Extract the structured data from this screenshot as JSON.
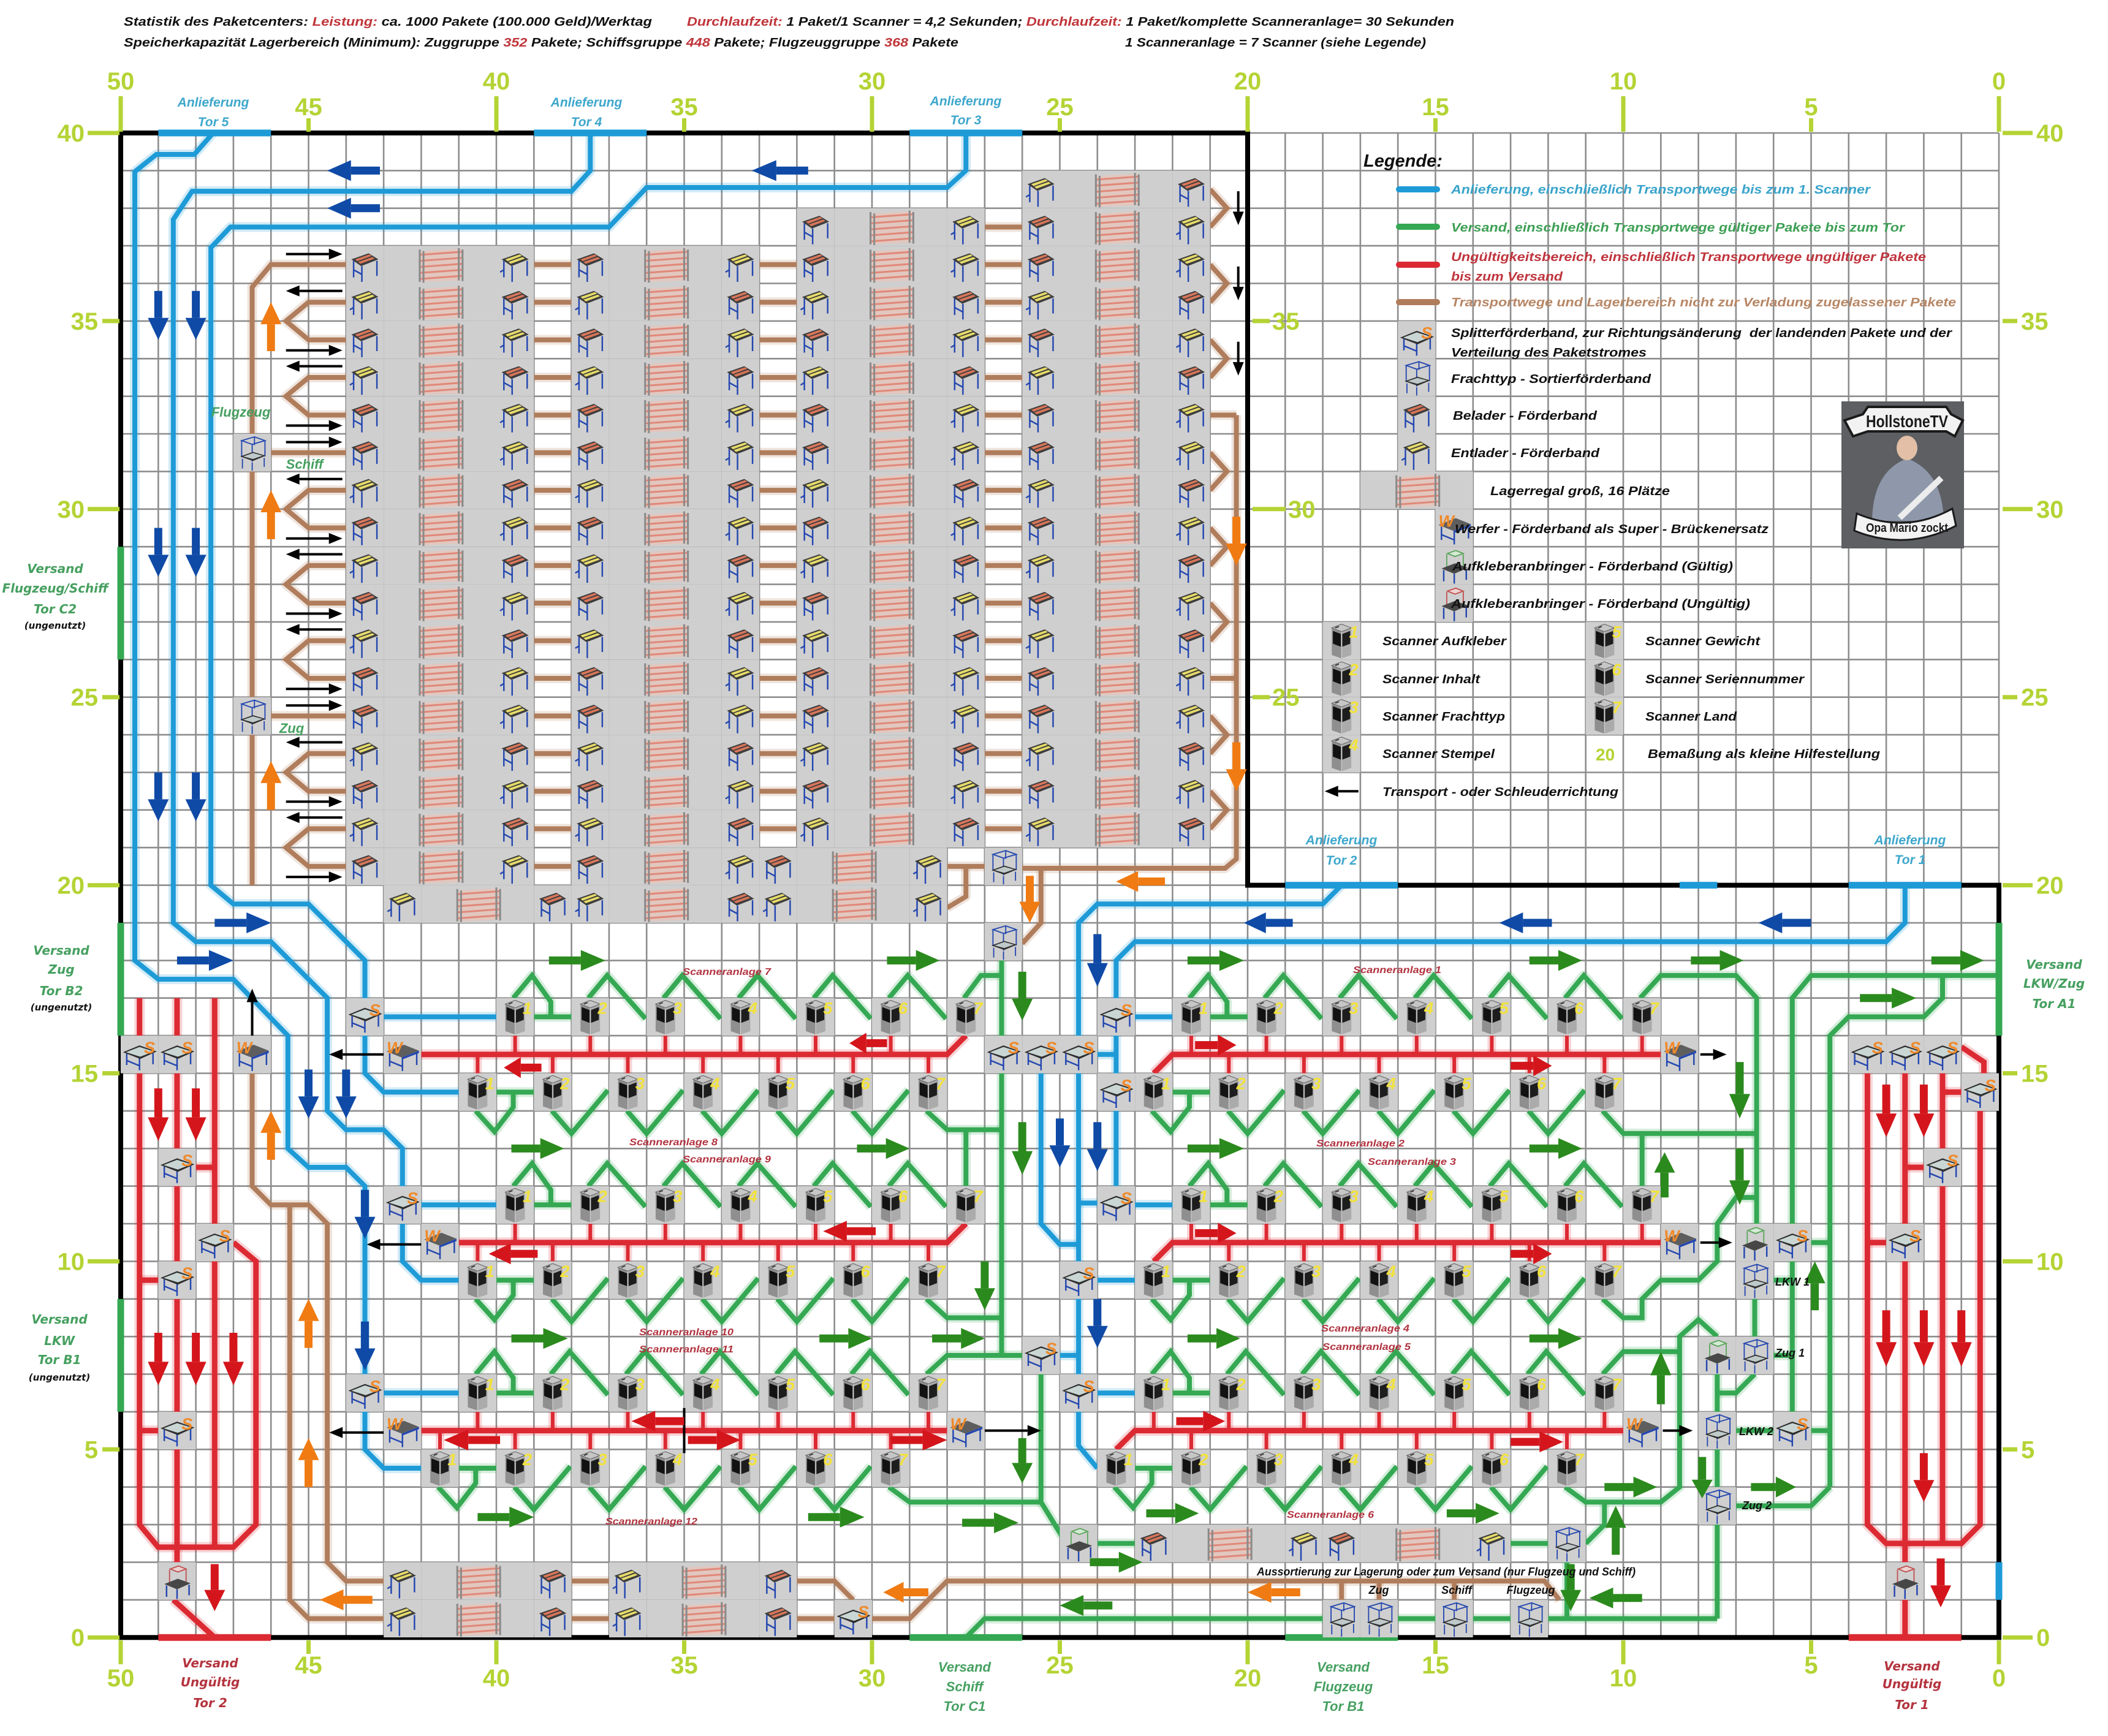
{
  "header": {
    "line1": {
      "intro": "Statistik des Paketcenters: ",
      "performance_label": "Leistung:",
      "performance_value": " ca. 1000 Pakete (100.000 Geld)/Werktag",
      "throughput_label_1": "Durchlaufzeit:",
      "throughput_value_1": " 1 Paket/1 Scanner = 4,2 Sekunden; ",
      "throughput_label_2": "Durchlaufzeit:",
      "throughput_value_2": " 1 Paket/komplette Scanneranlage= 30 Sekunden"
    },
    "line2": {
      "intro": "Speicherkapazität Lagerbereich (Minimum): Zuggruppe ",
      "train_capacity": "352",
      "ship_label": " Pakete; Schiffsgruppe ",
      "ship_capacity": "448",
      "plane_label": " Pakete; Flugzeuggruppe ",
      "plane_capacity": "368",
      "unit": " Pakete",
      "scanner_note": "1 Scanneranlage = 7 Scanner (siehe Legende)"
    }
  },
  "axes": {
    "x_labels": [
      "50",
      "45",
      "40",
      "35",
      "30",
      "25",
      "20",
      "15",
      "10",
      "5",
      "0"
    ],
    "y_labels": [
      "40",
      "35",
      "30",
      "25",
      "20",
      "15",
      "10",
      "5",
      "0"
    ],
    "inner_y_labels": [
      "35",
      "30",
      "25"
    ]
  },
  "delivery_gates": [
    {
      "line1": "Anlieferung",
      "line2": "Tor 5"
    },
    {
      "line1": "Anlieferung",
      "line2": "Tor 4"
    },
    {
      "line1": "Anlieferung",
      "line2": "Tor 3"
    },
    {
      "line1": "Anlieferung",
      "line2": "Tor 2"
    },
    {
      "line1": "Anlieferung",
      "line2": "Tor 1"
    }
  ],
  "shipping_gates": [
    {
      "line1": "Versand",
      "line2": "Flugzeug/Schiff",
      "line3": "Tor C2",
      "status": "(ungenutzt)"
    },
    {
      "line1": "Versand",
      "line2": "Zug",
      "line3": "Tor B2",
      "status": "(ungenutzt)"
    },
    {
      "line1": "Versand",
      "line2": "LKW",
      "line3": "Tor B1",
      "status": "(ungenutzt)"
    },
    {
      "line1": "Versand",
      "line2": "LKW/Zug",
      "line3": "Tor A1"
    },
    {
      "line1": "Versand",
      "line2": "Schiff",
      "line3": "Tor C1"
    },
    {
      "line1": "Versand",
      "line2": "Flugzeug",
      "line3": "Tor B1"
    }
  ],
  "invalid_gates": [
    {
      "line1": "Versand",
      "line2": "Ungültig",
      "line3": "Tor 2"
    },
    {
      "line1": "Versand",
      "line2": "Ungültig",
      "line3": "Tor 1"
    }
  ],
  "scanner_systems": [
    "Scanneranlage 1",
    "Scanneranlage 2",
    "Scanneranlage 3",
    "Scanneranlage 4",
    "Scanneranlage 5",
    "Scanneranlage 6",
    "Scanneranlage 7",
    "Scanneranlage 8",
    "Scanneranlage 9",
    "Scanneranlage 10",
    "Scanneranlage 11",
    "Scanneranlage 12"
  ],
  "storage_groups": {
    "plane": "Flugzeug",
    "ship": "Schiff",
    "train": "Zug"
  },
  "sorting": {
    "note": "Aussortierung zur Lagerung oder zum Versand (nur Flugzeug und Schiff)",
    "train": "Zug",
    "ship": "Schiff",
    "plane": "Flugzeug"
  },
  "sorter_labels": {
    "lkw1": "LKW 1",
    "zug1": "Zug 1",
    "lkw2": "LKW 2",
    "zug2": "Zug 2"
  },
  "icons": {
    "splitter_glyph": "S",
    "werfer_glyph": "W",
    "scanner_numbers": [
      "1",
      "2",
      "3",
      "4",
      "5",
      "6",
      "7"
    ]
  },
  "legend": {
    "title": "Legende:",
    "lines": [
      {
        "key": "anlieferung",
        "text": "Anlieferung, einschließlich Transportwege bis zum 1. Scanner"
      },
      {
        "key": "versand",
        "text": "Versand, einschließlich Transportwege gültiger Pakete bis zum Tor"
      },
      {
        "key": "ungueltig",
        "text": "Ungültigkeitsbereich, einschließlich Transportwege ungültiger Pakete",
        "text2": "bis zum Versand"
      },
      {
        "key": "lager",
        "text": "Transportwege und Lagerbereich nicht zur Verladung zugelassener Pakete"
      }
    ],
    "equipment": [
      {
        "icon": "splitter-icon",
        "text": "Splitterförderband, zur Richtungsänderung  der landenden Pakete und der",
        "text2": "Verteilung des Paketstromes"
      },
      {
        "icon": "frachttyp-sorter-icon",
        "text": "Frachttyp - Sortierförderband"
      },
      {
        "icon": "belader-icon",
        "text": "Belader - Förderband"
      },
      {
        "icon": "entlader-icon",
        "text": "Entlader - Förderband"
      },
      {
        "icon": "lagerregal-icon",
        "text": "Lagerregal groß, 16 Plätze"
      },
      {
        "icon": "werfer-icon",
        "text": "Werfer - Förderband als Super - Brückenersatz"
      },
      {
        "icon": "aufkleber-gueltig-icon",
        "text": "Aufkleberanbringer - Förderband (Gültig)"
      },
      {
        "icon": "aufkleber-ungueltig-icon",
        "text": "Aufkleberanbringer - Förderband (Ungültig)"
      }
    ],
    "scanners": [
      {
        "num": "1",
        "text": "Scanner Aufkleber"
      },
      {
        "num": "2",
        "text": "Scanner Inhalt"
      },
      {
        "num": "3",
        "text": "Scanner Frachttyp"
      },
      {
        "num": "4",
        "text": "Scanner Stempel"
      },
      {
        "num": "5",
        "text": "Scanner Gewicht"
      },
      {
        "num": "6",
        "text": "Scanner Seriennummer"
      },
      {
        "num": "7",
        "text": "Scanner Land"
      }
    ],
    "dimension": {
      "sample": "20",
      "text": "Bemaßung als kleine Hilfestellung"
    },
    "arrow": {
      "text": "Transport - oder Schleuderrichtung"
    }
  },
  "photo": {
    "banner_top": "HollstoneTV",
    "banner_bottom": "Opa Mario zockt"
  },
  "colors": {
    "anlieferung": "#1e9bd7",
    "versand": "#35a853",
    "ungueltig": "#dc2a33",
    "lager": "#b07d5c",
    "arrow_blue": "#0f4aa6",
    "arrow_green": "#2b8a1d",
    "arrow_red": "#d4161c",
    "arrow_orange": "#f07b13",
    "arrow_black": "#000000",
    "axis": "#b4d334",
    "header_highlight": "#c0353a",
    "building_outline": "#000000",
    "grid": "#8d8d8d"
  }
}
